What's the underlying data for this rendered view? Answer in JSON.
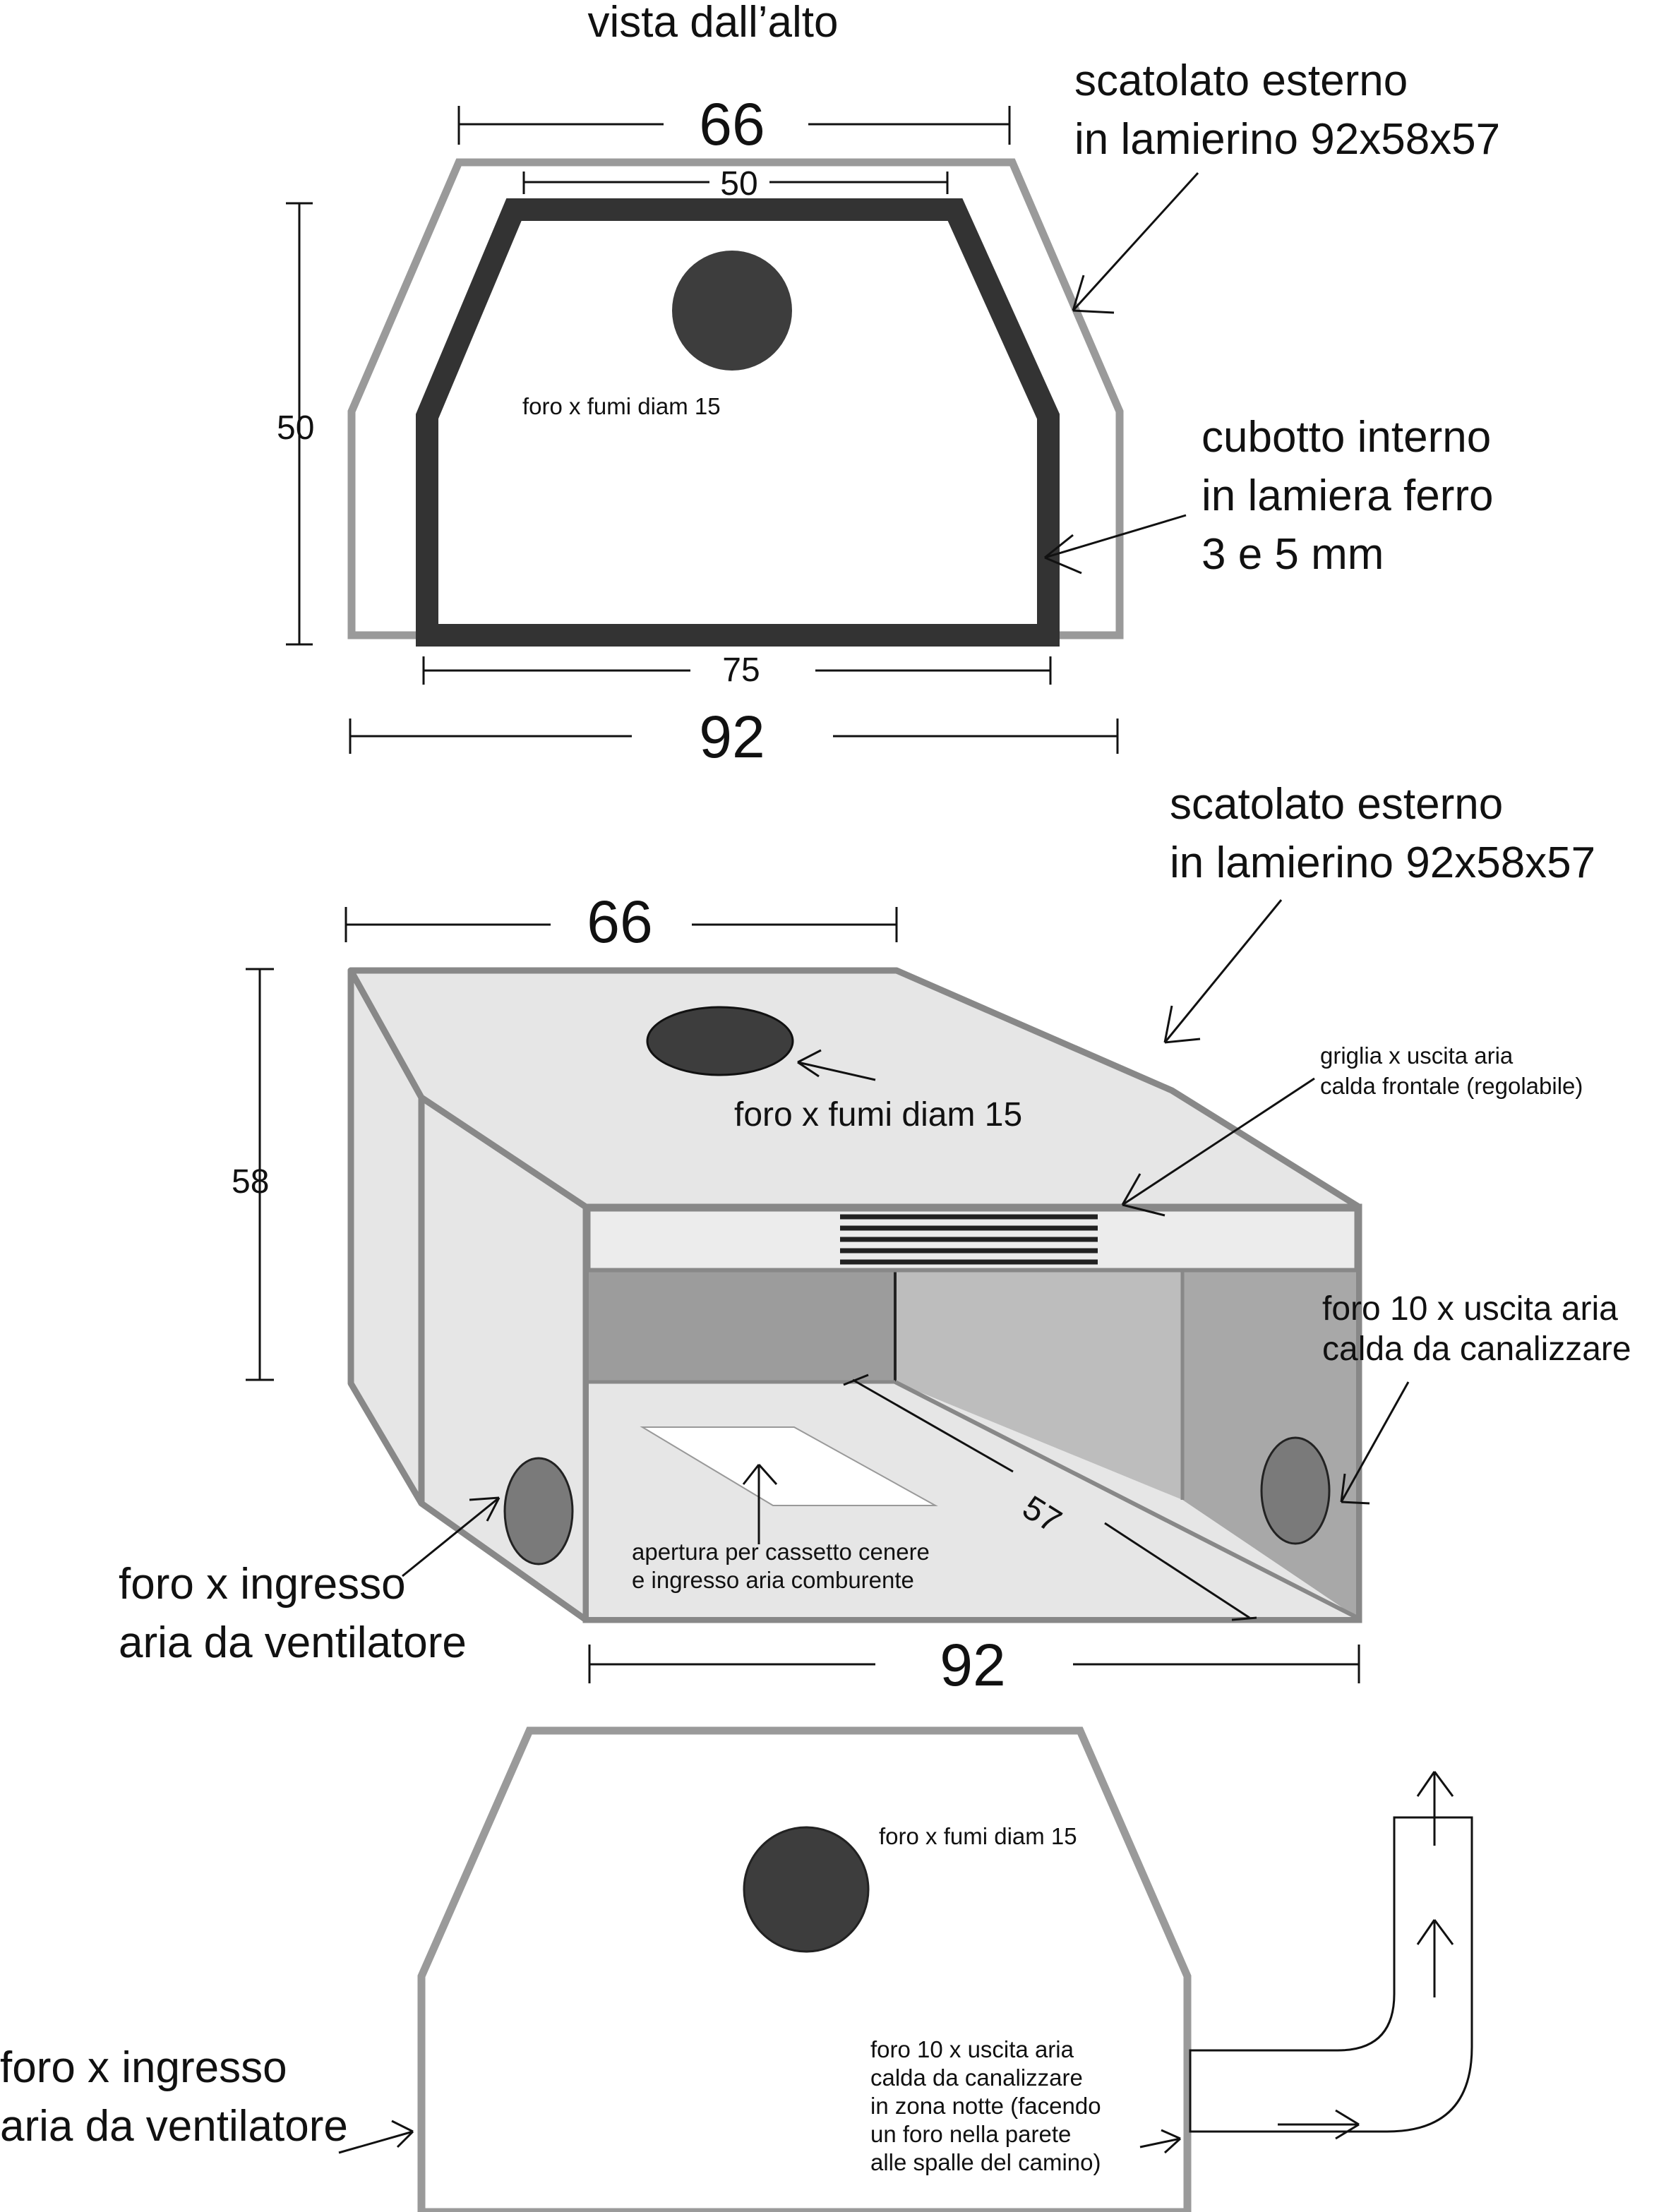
{
  "top_view": {
    "title": "vista dall’alto",
    "dim_top_outer": "66",
    "dim_top_inner": "50",
    "dim_left_height": "50",
    "dim_bottom_inner": "75",
    "dim_bottom_outer": "92",
    "outer_label_1": "scatolato esterno",
    "outer_label_2": "in lamierino 92x58x57",
    "inner_label_1": "cubotto interno",
    "inner_label_2": "in lamiera ferro",
    "inner_label_3": "3 e 5 mm",
    "flue_label": "foro x fumi diam 15"
  },
  "perspective_view": {
    "outer_label_1": "scatolato esterno",
    "outer_label_2": "in lamierino 92x58x57",
    "dim_top": "66",
    "dim_height": "58",
    "dim_depth": "57",
    "dim_width": "92",
    "flue_label": "foro x fumi diam 15",
    "grille_label_1": "griglia x uscita aria",
    "grille_label_2": "calda frontale (regolabile)",
    "side_hole_label_1": "foro 10 x uscita aria",
    "side_hole_label_2": "calda da canalizzare",
    "ash_label_1": "apertura per cassetto cenere",
    "ash_label_2": "e ingresso aria comburente",
    "fan_label_1": "foro x ingresso",
    "fan_label_2": "aria da ventilatore"
  },
  "bottom_view": {
    "flue_label": "foro x fumi diam 15",
    "fan_label_1": "foro x ingresso",
    "fan_label_2": "aria da ventilatore",
    "duct_label_1": "foro 10 x uscita aria",
    "duct_label_2": "calda da canalizzare",
    "duct_label_3": "in zona notte (facendo",
    "duct_label_4": "un foro nella parete",
    "duct_label_5": "alle spalle del camino)"
  },
  "colors": {
    "outer_shell": "#9a9a9a",
    "inner_box": "#333333",
    "panel_light": "#e6e6e6",
    "panel_mid": "#bdbdbd",
    "panel_dark": "#9c9c9c",
    "hole_dark": "#3d3d3d",
    "hole_side": "#7a7a7a"
  }
}
